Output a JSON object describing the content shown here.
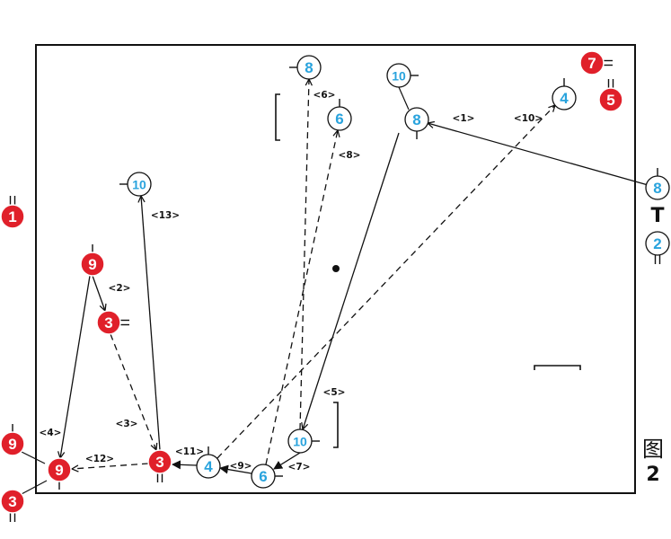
{
  "figure": {
    "char": "图",
    "number": "2"
  },
  "colors": {
    "red": "#e0202a",
    "blue": "#29a3dd",
    "line": "#111111"
  },
  "players": [
    {
      "id": "blue-8-top",
      "team": "blue",
      "number": "8"
    },
    {
      "id": "blue-10-top",
      "team": "blue",
      "number": "10"
    },
    {
      "id": "blue-6-top",
      "team": "blue",
      "number": "6"
    },
    {
      "id": "blue-8-mid",
      "team": "blue",
      "number": "8"
    },
    {
      "id": "blue-4-top",
      "team": "blue",
      "number": "4"
    },
    {
      "id": "blue-10-left",
      "team": "blue",
      "number": "10"
    },
    {
      "id": "blue-8-right",
      "team": "blue",
      "number": "8"
    },
    {
      "id": "blue-2-right",
      "team": "blue",
      "number": "2"
    },
    {
      "id": "blue-10-bottom",
      "team": "blue",
      "number": "10"
    },
    {
      "id": "blue-4-bottom",
      "team": "blue",
      "number": "4"
    },
    {
      "id": "blue-6-bottom",
      "team": "blue",
      "number": "6"
    },
    {
      "id": "red-7",
      "team": "red",
      "number": "7"
    },
    {
      "id": "red-5",
      "team": "red",
      "number": "5"
    },
    {
      "id": "red-1",
      "team": "red",
      "number": "1"
    },
    {
      "id": "red-9-top",
      "team": "red",
      "number": "9"
    },
    {
      "id": "red-3-mid",
      "team": "red",
      "number": "3"
    },
    {
      "id": "red-3-bottom",
      "team": "red",
      "number": "3"
    },
    {
      "id": "red-9-bottom",
      "team": "red",
      "number": "9"
    },
    {
      "id": "red-9-outside",
      "team": "red",
      "number": "9"
    },
    {
      "id": "red-3-outside",
      "team": "red",
      "number": "3"
    }
  ],
  "steps": [
    "<1>",
    "<2>",
    "<3>",
    "<4>",
    "<5>",
    "<6>",
    "<7>",
    "<8>",
    "<9>",
    "<10>",
    "<11>",
    "<12>",
    "<13>"
  ]
}
